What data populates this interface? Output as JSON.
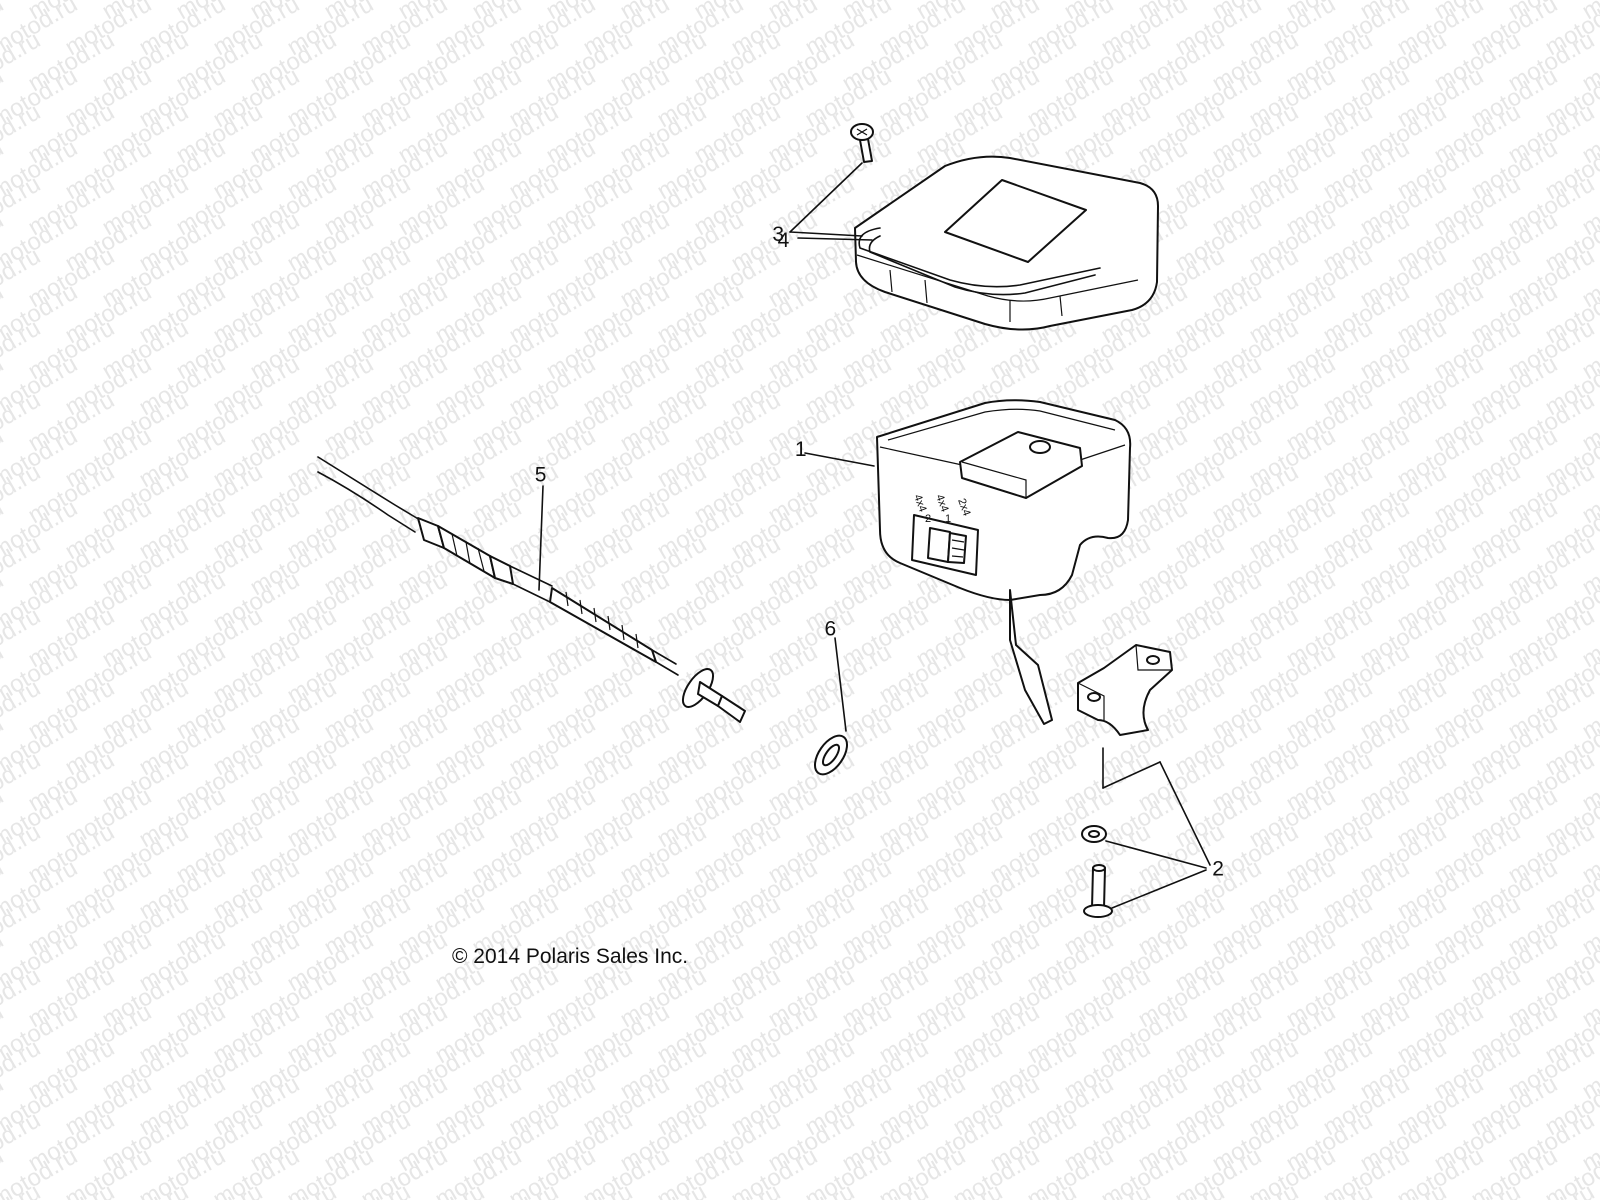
{
  "watermark": {
    "text": "motod.ru",
    "color": "#e6e6e6"
  },
  "callouts": {
    "c1": "1",
    "c2": "2",
    "c3": "3",
    "c4": "4",
    "c5": "5",
    "c6": "6"
  },
  "switch_labels": {
    "top": "4x4",
    "mid": "4x4",
    "right": "2x4",
    "one": "1",
    "two": "2"
  },
  "copyright": "© 2014 Polaris Sales Inc."
}
